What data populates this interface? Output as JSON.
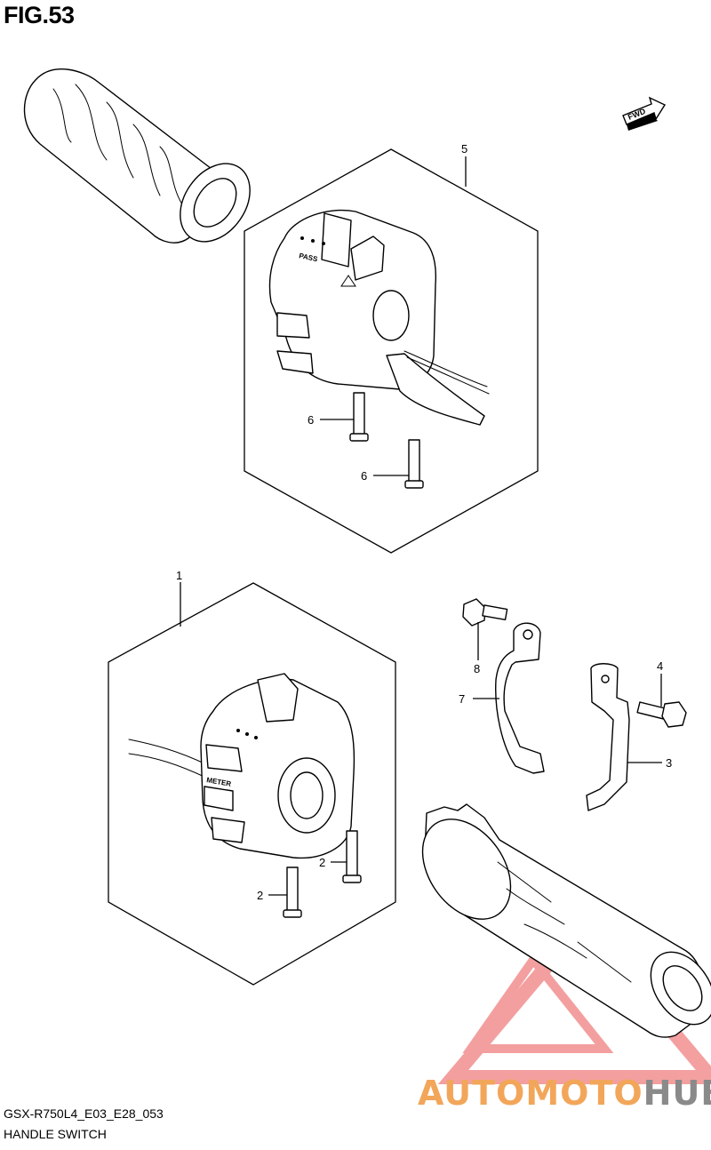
{
  "figure": {
    "title": "FIG.53",
    "model_code": "GSX-R750L4_E03_E28_053",
    "name": "HANDLE SWITCH"
  },
  "direction_label": "FWD",
  "switch_labels": {
    "pass": "PASS",
    "meter": "METER"
  },
  "callouts": {
    "c1": "1",
    "c2a": "2",
    "c2b": "2",
    "c3": "3",
    "c4": "4",
    "c5": "5",
    "c6a": "6",
    "c6b": "6",
    "c7": "7",
    "c8": "8"
  },
  "watermark": {
    "part1": "AUTOMOTO",
    "part2": "HUB",
    "color1": "#f2a65a",
    "color2": "#8a8a8a",
    "triangle_color": "#f08080"
  }
}
